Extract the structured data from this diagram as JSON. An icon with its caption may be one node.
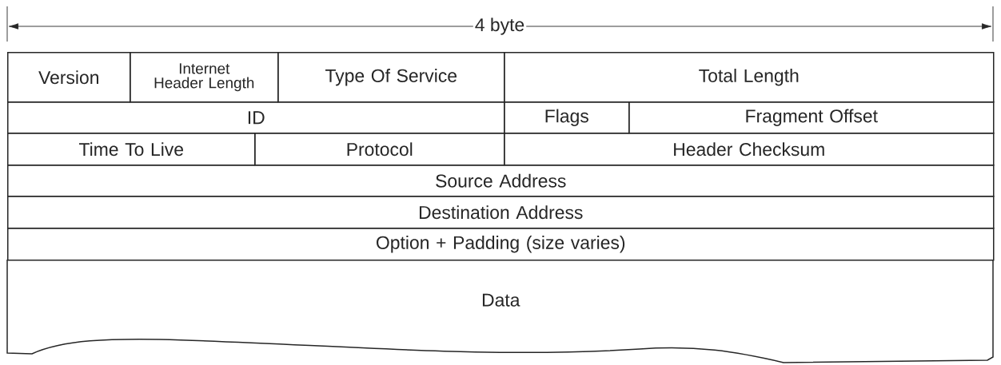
{
  "diagram": {
    "nodes": [
      {
        "text": [
          "Version"
        ]
      },
      {
        "text": [
          "Internet Header Length"
        ]
      },
      {
        "text": [
          "Type Of Service"
        ]
      },
      {
        "text": [
          "Total Length"
        ]
      },
      {
        "text": [
          "ID"
        ]
      },
      {
        "text": [
          "Flags"
        ]
      },
      {
        "text": [
          "Fragment Offset"
        ]
      },
      {
        "text": [
          "Time To Live"
        ]
      },
      {
        "text": [
          "Protocol"
        ]
      },
      {
        "text": [
          "Header Checksum"
        ]
      },
      {
        "text": [
          "Source Address"
        ]
      },
      {
        "text": [
          "Destination Address"
        ]
      },
      {
        "text": [
          "Option + Padding (size varies)"
        ]
      },
      {
        "text": [
          "Data"
        ]
      }
    ],
    "labels": [
      "4 byte"
    ]
  }
}
